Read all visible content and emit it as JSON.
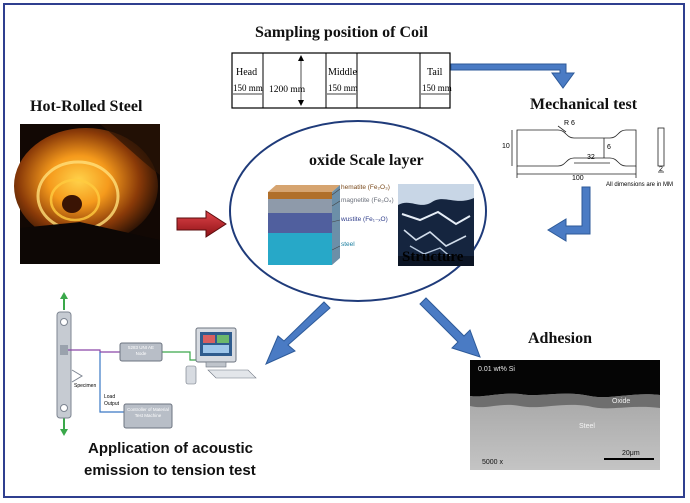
{
  "titles": {
    "sampling": "Sampling position of Coil",
    "hot_rolled": "Hot-Rolled Steel",
    "mechanical": "Mechanical test",
    "oxide": "oxide Scale layer",
    "adhesion": "Adhesion",
    "acoustic_line1": "Application of acoustic",
    "acoustic_line2": "emission to tension test"
  },
  "coil": {
    "head": "Head",
    "middle": "Middle",
    "tail": "Tail",
    "head_mm": "150 mm",
    "len_mm": "1200 mm",
    "middle_mm": "150 mm",
    "tail_mm": "150 mm"
  },
  "specimen_drawing": {
    "r": "R 6",
    "w10": "10",
    "w6": "6",
    "l32": "32",
    "l100": "100",
    "t2": "2",
    "note": "All dimensions are in MM"
  },
  "oxide_layers": {
    "hematite": "hematite",
    "hematite_f": "(Fe₂O₃)",
    "magnetite": "magnetite",
    "magnetite_f": "(Fe₃O₄)",
    "wustite": "wustite",
    "wustite_f": "(Fe₁₋ₓO)",
    "steel": "steel",
    "structure": "Structure"
  },
  "adhesion_micro": {
    "si": "0.01 wt% Si",
    "oxide": "Oxide",
    "steel": "Steel",
    "mag": "5000 x",
    "scale": "20μm"
  },
  "ae_setup": {
    "node": "5283 UNI AE Node",
    "load": "Load",
    "output": "Output",
    "controller": "Controller of Material Test Machine",
    "specimen": "Specimen"
  },
  "colors": {
    "frame": "#2f3f8f",
    "arrow_blue": "#4a7bc4",
    "arrow_red": "#c0262c",
    "ellipse": "#1f3b7a"
  }
}
